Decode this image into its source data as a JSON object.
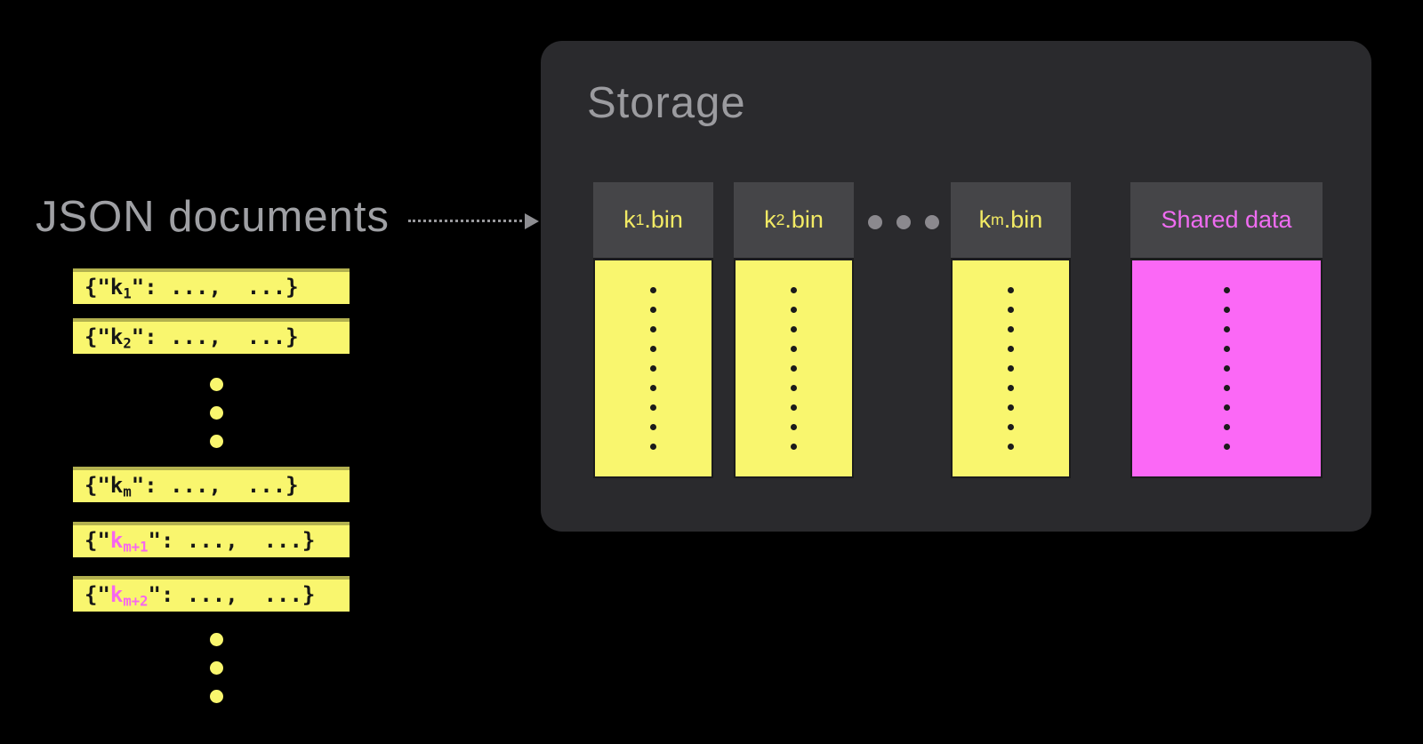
{
  "left": {
    "title": "JSON documents",
    "bars": [
      {
        "prefix": "{\"",
        "key": "k",
        "sub": "1",
        "suffix": "\": ...,  ...}",
        "highlighted": false
      },
      {
        "prefix": "{\"",
        "key": "k",
        "sub": "2",
        "suffix": "\": ...,  ...}",
        "highlighted": false
      },
      {
        "prefix": "{\"",
        "key": "k",
        "sub": "m",
        "suffix": "\": ...,  ...}",
        "highlighted": false
      },
      {
        "prefix": "{\"",
        "key": "k",
        "sub": "m+1",
        "suffix": "\": ...,  ...}",
        "highlighted": true
      },
      {
        "prefix": "{\"",
        "key": "k",
        "sub": "m+2",
        "suffix": "\": ...,  ...}",
        "highlighted": true
      }
    ],
    "dot_groups": {
      "upper": 3,
      "lower": 3
    }
  },
  "storage": {
    "title": "Storage",
    "columns": [
      {
        "label_key": "k",
        "label_sub": "1",
        "label_rest": ".bin",
        "type": "bin",
        "dots": 9
      },
      {
        "label_key": "k",
        "label_sub": "2",
        "label_rest": ".bin",
        "type": "bin",
        "dots": 9
      },
      {
        "label_key": "k",
        "label_sub": "m",
        "label_rest": ".bin",
        "type": "bin",
        "dots": 9
      },
      {
        "label": "Shared data",
        "type": "shared",
        "dots": 9
      }
    ],
    "ellipsis_dots": 3
  },
  "colors": {
    "background": "#000000",
    "panel_bg": "#2a2a2d",
    "column_header_bg": "#454548",
    "bin_yellow": "#f9f66e",
    "shared_magenta": "#fb68f6",
    "highlight_pink": "#f767ef",
    "title_gray": "#9fa0a4",
    "ellipsis_gray": "#8b898e"
  }
}
